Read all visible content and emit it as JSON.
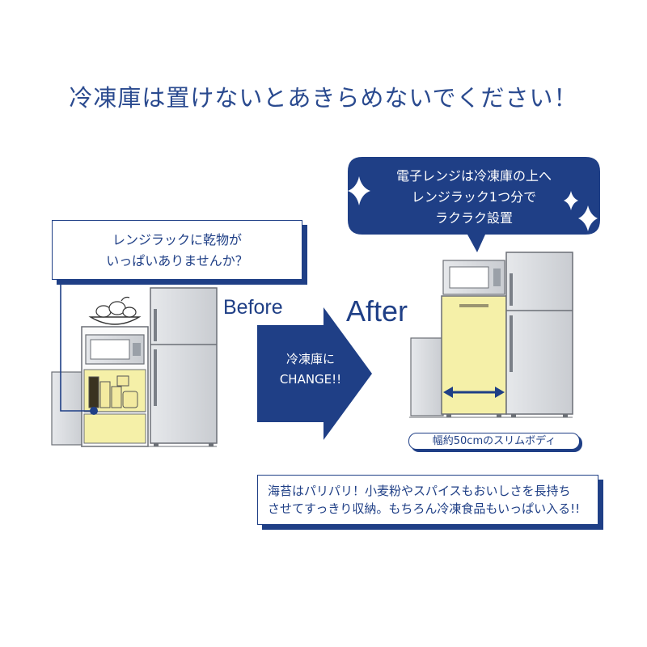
{
  "headline": "冷凍庫は置けないとあきらめないでください！",
  "left_callout": {
    "line1": "レンジラックに乾物が",
    "line2": "いっぱいありませんか？"
  },
  "before_label": "Before",
  "after_label": "After",
  "arrow": {
    "line1": "冷凍庫に",
    "line2": "CHANGE!!"
  },
  "speech_bubble": {
    "line1": "電子レンジは冷凍庫の上へ",
    "line2": "レンジラック1つ分で",
    "line3": "ラクラク設置"
  },
  "width_badge": "幅約50cmのスリムボディ",
  "bottom_callout": {
    "line1": "海苔はパリパリ！小麦粉やスパイスもおいしさを長持ち",
    "line2": "させてすっきり収納。もちろん冷凍食品もいっぱい入る!!"
  },
  "colors": {
    "navy": "#1f3f86",
    "highlight_yellow": "#f5f0a8",
    "appliance_gray": "#d6d8dc",
    "outline": "#6b6f76"
  },
  "icons": [
    "sparkle-icon",
    "double-arrow-icon",
    "fruit-bowl-icon"
  ]
}
